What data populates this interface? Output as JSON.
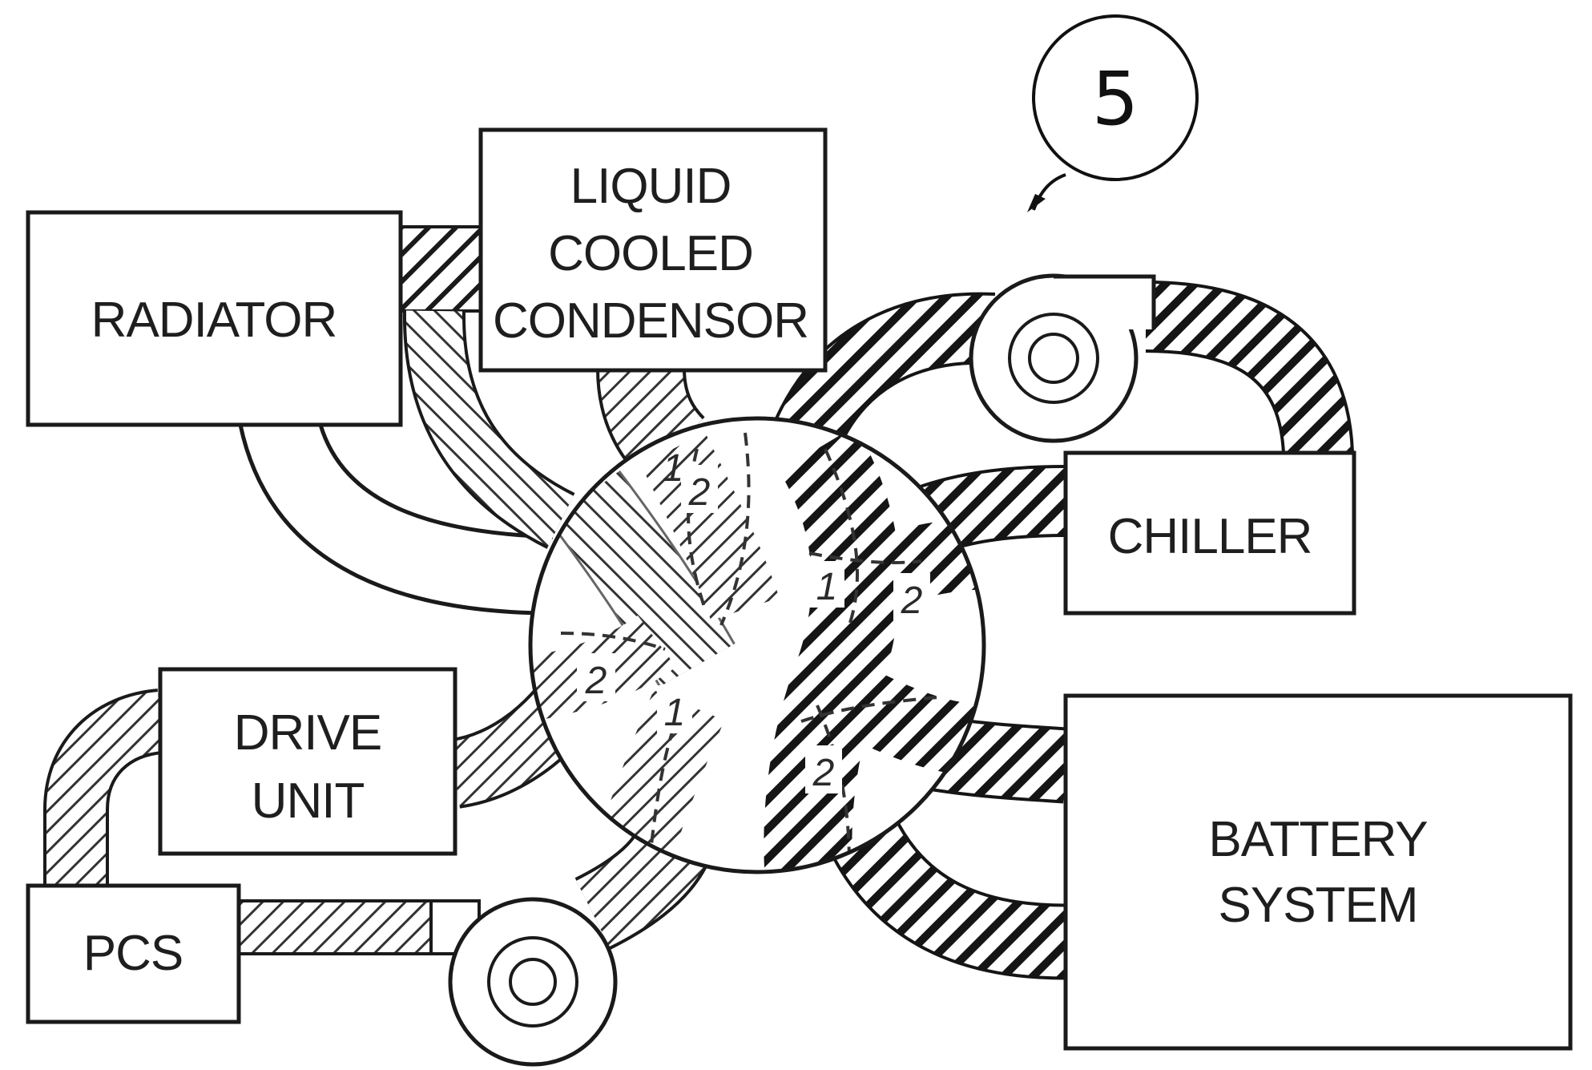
{
  "colors": {
    "line": "#1a1a1a",
    "background": "#ffffff",
    "hatch_dense": "#151515",
    "hatch_light": "#444444"
  },
  "reference": {
    "number": "5"
  },
  "components": {
    "radiator": "RADIATOR",
    "condenser_line1": "LIQUID",
    "condenser_line2": "COOLED",
    "condenser_line3": "CONDENSOR",
    "chiller": "CHILLER",
    "drive_unit_line1": "DRIVE",
    "drive_unit_line2": "UNIT",
    "battery_line1": "BATTERY",
    "battery_line2": "SYSTEM",
    "pcs": "PCS"
  },
  "valve_ports": {
    "p1": "1",
    "p2": "2",
    "p3": "1",
    "p4": "2",
    "p5": "2",
    "p6": "1",
    "p7": "2"
  },
  "icons": [
    "pump-icon",
    "pump-icon",
    "arrow-icon",
    "multiport-valve-icon"
  ]
}
